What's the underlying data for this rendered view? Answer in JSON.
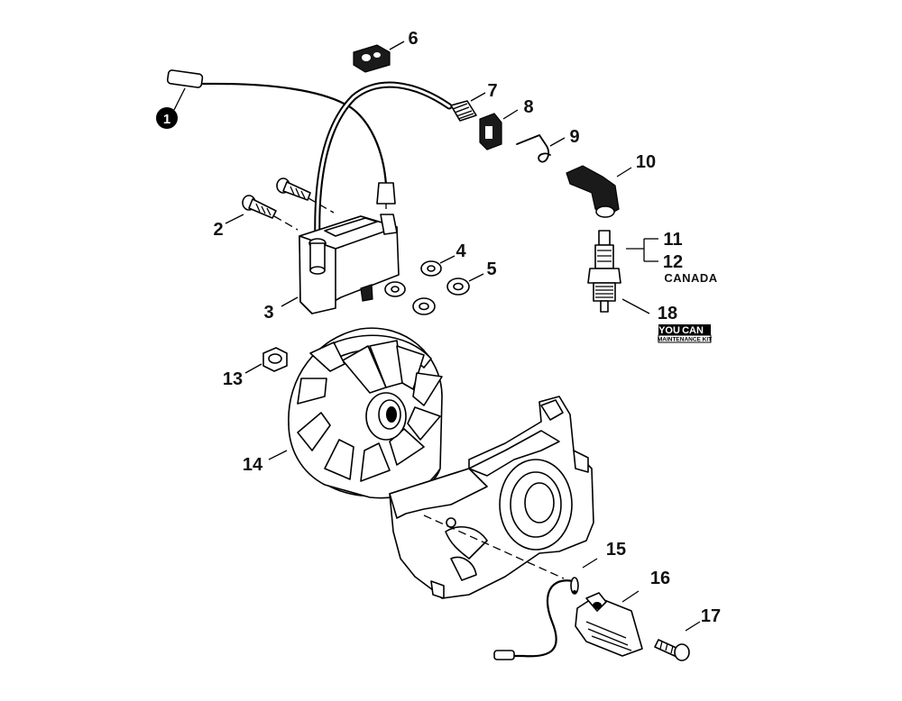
{
  "diagram": {
    "callouts": [
      "2",
      "3",
      "4",
      "5",
      "6",
      "7",
      "8",
      "9",
      "10",
      "11",
      "12",
      "13",
      "14",
      "15",
      "16",
      "17",
      "18"
    ],
    "marker_1": "1",
    "note_canada": "CANADA",
    "logo": {
      "line1": "YOU",
      "line2": "CAN",
      "line3": "MAINTENANCE KIT"
    }
  }
}
